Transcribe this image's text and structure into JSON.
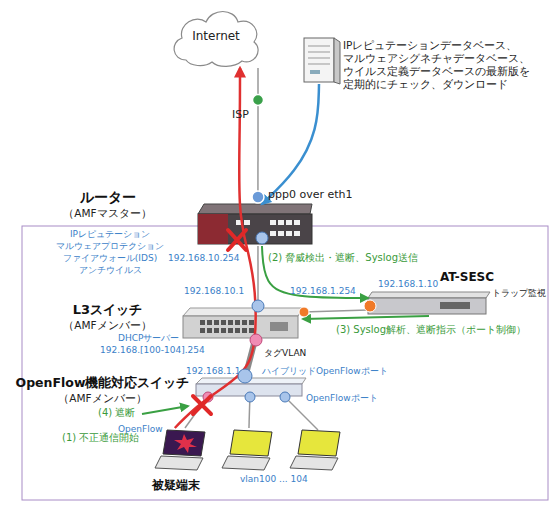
{
  "diagram": {
    "nodes": [
      {
        "text": [
          "Internet"
        ]
      },
      {
        "text": [
          "IPレピュテーションデータベース、 マルウェアシグネチャデータベース、 ウイルス定義データベースの最新版を 定期的にチェック、ダウンロード"
        ]
      },
      {
        "text": [
          "ルーター",
          "（AMFマスター）",
          "IPレピュテーション",
          "マルウェアプロテクション",
          "ファイアウォール(IDS)",
          "アンチウイルス"
        ]
      },
      {
        "text": [
          "AT-SESC",
          "トラップ監視"
        ]
      },
      {
        "text": [
          "L3スイッチ",
          "（AMFメンバー）",
          "DHCPサーバー",
          "192.168.[100-104].254"
        ]
      },
      {
        "text": [
          "OpenFlow機能対応スイッチ",
          "（AMFメンバー）",
          "OpenFlow"
        ]
      },
      {
        "text": [
          "被疑端末"
        ]
      },
      {
        "text": [
          "vlan100 ... 104"
        ]
      }
    ],
    "edges": [
      {
        "from": 0,
        "to": 2,
        "arrow": "none"
      },
      {
        "from": 1,
        "to": 2,
        "arrow": "to"
      },
      {
        "from": 2,
        "to": 4,
        "arrow": "none"
      },
      {
        "from": 2,
        "to": 3,
        "arrow": "to",
        "label": "(2) 脅威検出・遮断、Syslog送信"
      },
      {
        "from": 4,
        "to": 3,
        "arrow": "none"
      },
      {
        "from": 3,
        "to": 4,
        "arrow": "to",
        "label": "(3) Syslog解析、遮断指示（ポート制御）"
      },
      {
        "from": 4,
        "to": 5,
        "arrow": "none",
        "label": "タグVLAN"
      },
      {
        "from": 5,
        "to": 6,
        "arrow": "none"
      },
      {
        "from": 5,
        "to": 7,
        "arrow": "none"
      },
      {
        "from": 6,
        "to": 0,
        "arrow": "to"
      }
    ],
    "labels": [
      "ISP",
      "ppp0 over eth1",
      "192.168.10.254",
      "192.168.10.1",
      "192.168.1.254",
      "192.168.1.10",
      "192.168.1.1",
      "ハイブリッドOpenFlowポート",
      "OpenFlowポート",
      "(4) 遮断",
      "(1) 不正通信開始"
    ]
  }
}
